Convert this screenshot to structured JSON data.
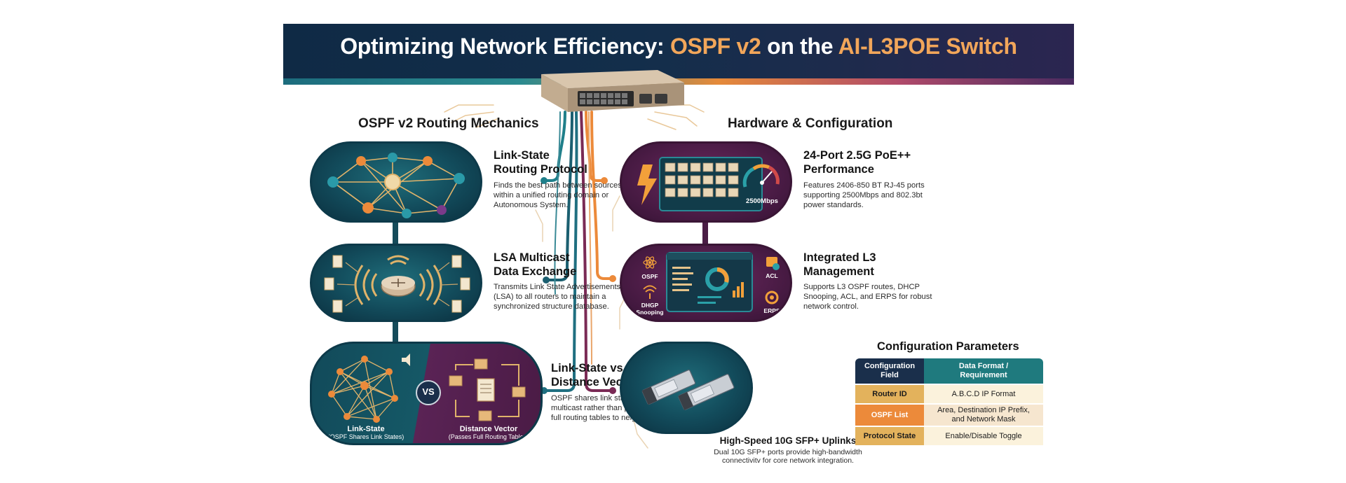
{
  "title": {
    "part1": "Optimizing Network Efficiency: ",
    "part2": "OSPF v2",
    "part3": " on the ",
    "part4": "AI-L3POE Switch"
  },
  "sections": {
    "left": "OSPF v2 Routing Mechanics",
    "right": "Hardware & Configuration"
  },
  "left_cards": [
    {
      "title_l1": "Link-State",
      "title_l2": "Routing Protocol",
      "desc_l1": "Finds the best path between sources",
      "desc_l2": "within a unified routing domain or",
      "desc_l3": "Autonomous System."
    },
    {
      "title_l1": "LSA Multicast",
      "title_l2": "Data Exchange",
      "desc_l1": "Transmits Link State Advertisements",
      "desc_l2": "(LSA) to all routers to maintain a",
      "desc_l3": "synchronized structure database."
    },
    {
      "title_l1": "Link-State vs.",
      "title_l2": "Distance Vector",
      "desc_l1": "OSPF shares link states via",
      "desc_l2": "multicast rather than passing",
      "desc_l3": "full routing tables to neighbors.",
      "vs_badge": "VS",
      "left_label": "Link-State",
      "left_sub": "(OSPF Shares Link States)",
      "right_label": "Distance Vector",
      "right_sub": "(Passes Full Routing Tables)"
    }
  ],
  "right_cards": [
    {
      "title_l1": "24-Port 2.5G PoE++",
      "title_l2": "Performance",
      "desc_l1": "Features 2406-850 BT RJ-45 ports",
      "desc_l2": "supporting 2500Mbps and 802.3bt",
      "desc_l3": "power standards.",
      "gauge_label": "2500Mbps"
    },
    {
      "title_l1": "Integrated L3",
      "title_l2": "Management",
      "desc_l1": "Supports L3 OSPF routes, DHCP",
      "desc_l2": "Snooping, ACL, and ERPS for robust",
      "desc_l3": "network control.",
      "tag_ospf": "OSPF",
      "tag_dhcp_l1": "DHGP",
      "tag_dhcp_l2": "Snooping",
      "tag_acl": "ACL",
      "tag_erps": "ERPS"
    },
    {
      "title_l1": "High-Speed 10G SFP+ Uplinks",
      "desc_l1": "Dual 10G SFP+ ports provide high-bandwidth",
      "desc_l2": "connectivitv for core network integration."
    }
  ],
  "config_params": {
    "title": "Configuration Parameters",
    "headers": [
      "Configuration Field",
      "Data Format / Requirement"
    ],
    "header_lines": {
      "h1_l1": "Configuration",
      "h1_l2": "Field",
      "h2_l1": "Data Format /",
      "h2_l2": "Requirement"
    },
    "rows": [
      {
        "field": "Router ID",
        "value_l1": "A.B.C.D IP Format",
        "value_l2": ""
      },
      {
        "field": "OSPF List",
        "value_l1": "Area, Destination IP Prefix,",
        "value_l2": "and Network Mask"
      },
      {
        "field": "Protocol State",
        "value_l1": "Enable/Disable Toggle",
        "value_l2": ""
      }
    ]
  },
  "colors": {
    "navy": "#0f2a45",
    "teal": "#1f6d7a",
    "purple": "#4e1d48",
    "orange": "#ec8a3a",
    "gold": "#e3b25c"
  }
}
